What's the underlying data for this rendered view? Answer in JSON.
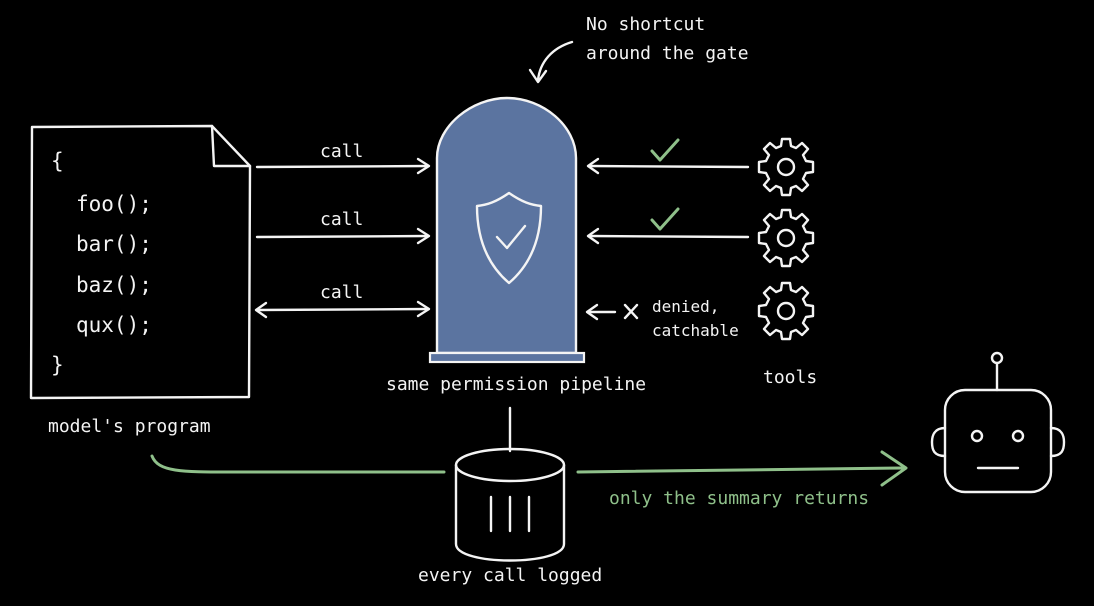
{
  "annotation": {
    "line1": "No shortcut",
    "line2": "around the gate"
  },
  "program": {
    "lines": [
      "{",
      "foo();",
      "bar();",
      "baz();",
      "qux();",
      "}"
    ],
    "label": "model's program"
  },
  "calls": {
    "labels": [
      "call",
      "call",
      "call"
    ]
  },
  "gate": {
    "label": "same permission pipeline",
    "icon": "shield-check-icon",
    "color": "#5b74a0"
  },
  "tools": {
    "label": "tools",
    "icon": "gear-icon",
    "denied_line1": "denied,",
    "denied_line2": "catchable"
  },
  "log": {
    "label": "every call logged",
    "icon": "database-icon"
  },
  "summary": {
    "label": "only the summary returns",
    "accent": "#8fc08a"
  },
  "agent": {
    "icon": "robot-icon"
  }
}
